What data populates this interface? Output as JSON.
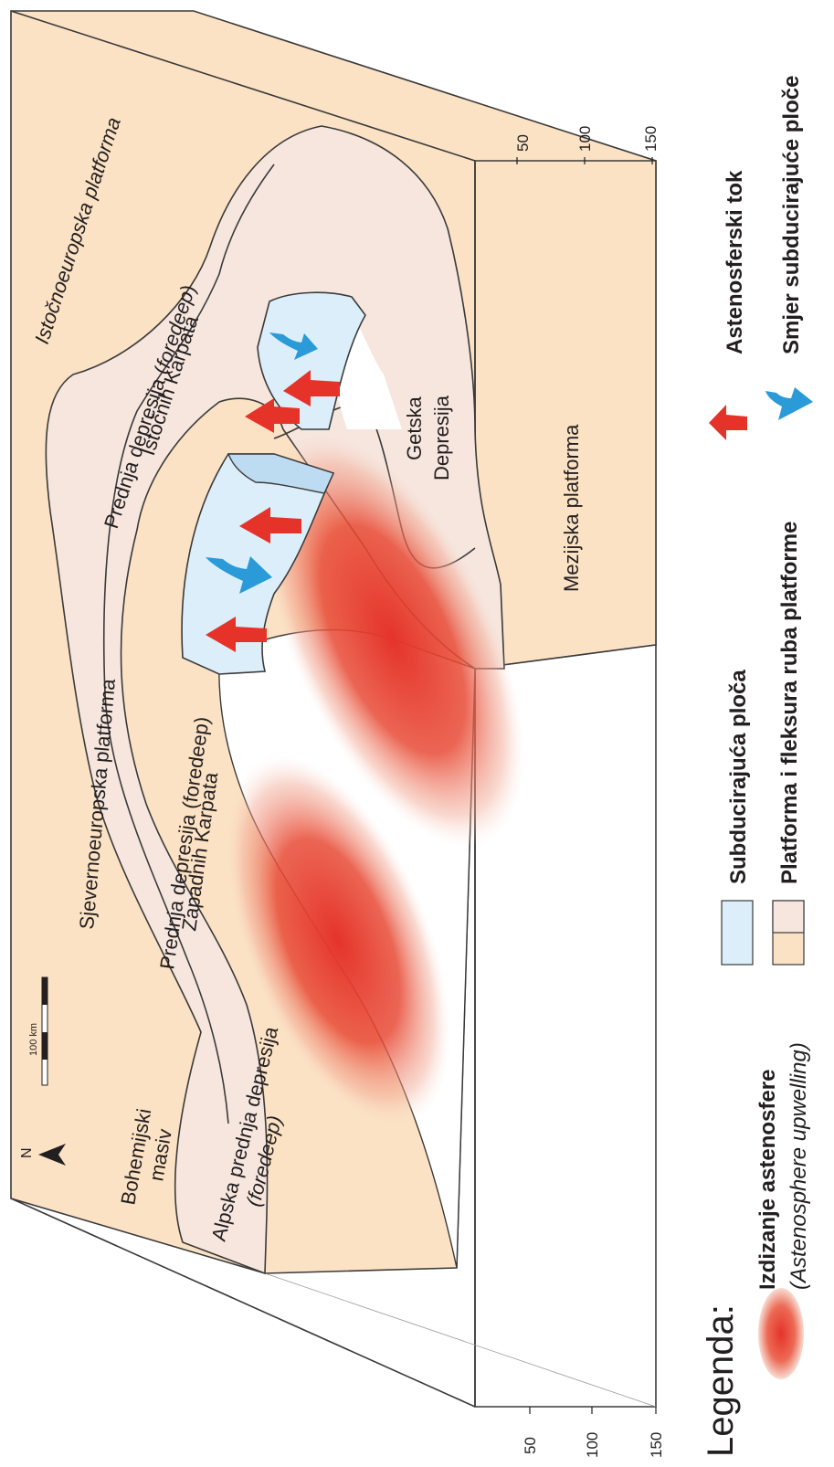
{
  "labels": {
    "istocnoeuropska": "Istočnoeuropska platforma",
    "prednja_istocnih_1a": "Prednja depresija (",
    "prednja_istocnih_1b": "foredeep",
    "prednja_istocnih_1c": ")",
    "prednja_istocnih_2": "Istočnih Karpata",
    "getska_1": "Getska",
    "getska_2": "Depresija",
    "mezijska": "Mezijska platforma",
    "sjevernoeuropska": "Sjevernoeuropska platforma",
    "prednja_zapadnih_1": "Prednja depresija (foredeep)",
    "prednja_zapadnih_2": "Zapadnih Karpata",
    "bohemijski_1": "Bohemijski",
    "bohemijski_2": "masiv",
    "alpska_1": "Alpska prednja depresija",
    "alpska_2": "(foredeep)",
    "north": "N",
    "scale": "100 km"
  },
  "depth_ticks_right": [
    "50",
    "100",
    "150"
  ],
  "depth_ticks_bottom": [
    "50",
    "100",
    "150"
  ],
  "legend": {
    "title": "Legenda:",
    "upwelling_1": "Izdizanje astenosfere",
    "upwelling_2": "(Astenosphere upwelling)",
    "subducting": "Subducirajuća ploča",
    "platform": "Platforma i fleksura ruba platforme",
    "asthenospheric_flow": "Astenosferski tok",
    "subduction_direction": "Smjer subducirajuće ploče"
  },
  "colors": {
    "platform": "#fbe2c4",
    "foredeep": "#f6e6de",
    "subducting_plate": "#dceefa",
    "subducting_edge": "#bddcf2",
    "upwelling": "#e5332a",
    "flow_arrow": "#e5332a",
    "direction_arrow": "#2a9ad8"
  }
}
